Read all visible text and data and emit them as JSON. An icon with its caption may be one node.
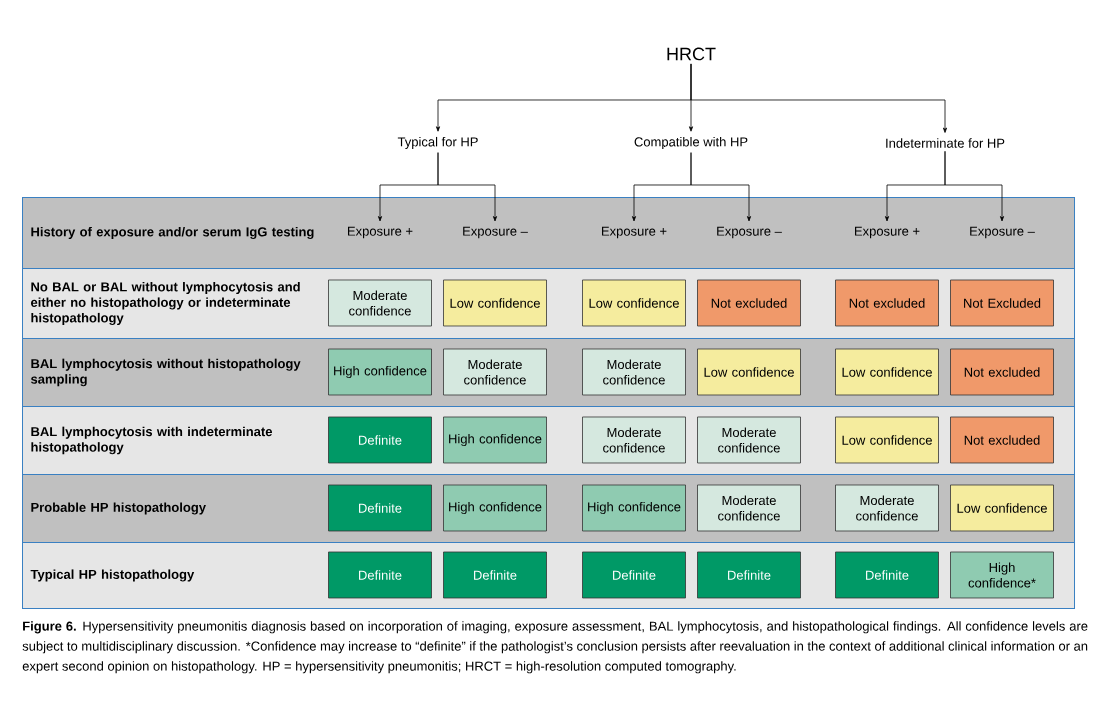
{
  "diagram": {
    "caption": "**Figure 6.** Hypersensitivity pneumonitis diagnosis based on incorporation of imaging, exposure assessment, BAL lymphocytosis, and histopathological findings. All confidence levels are subject to multidisciplinary discussion. *Confidence may increase to “definite” if the pathologist’s conclusion persists after reevaluation in the context of additional clinical information or an expert second opinion on histopathology. HP = hypersensitivity pneumonitis; HRCT = high-resolution computed tomography.",
    "nodes": [
      {
        "text": [
          "HRCT"
        ]
      },
      {
        "text": [
          "Typical for HP"
        ]
      },
      {
        "text": [
          "Compatible with HP"
        ]
      },
      {
        "text": [
          "Indeterminate for HP"
        ]
      },
      {
        "text": [
          "History of exposure and/or serum IgG testing"
        ]
      },
      {
        "text": [
          "Exposure +"
        ],
        "in": 4
      },
      {
        "text": [
          "Exposure –"
        ],
        "in": 4
      },
      {
        "text": [
          "Exposure +"
        ],
        "in": 4
      },
      {
        "text": [
          "Exposure –"
        ],
        "in": 4
      },
      {
        "text": [
          "Exposure +"
        ],
        "in": 4
      },
      {
        "text": [
          "Exposure –"
        ],
        "in": 4
      },
      {
        "text": [
          "No BAL or BAL without lymphocytosis and either no histopathology or indeterminate histopathology"
        ]
      },
      {
        "text": [
          "Moderate confidence"
        ],
        "in": 11
      },
      {
        "text": [
          "Low confidence"
        ],
        "in": 11
      },
      {
        "text": [
          "Low confidence"
        ],
        "in": 11
      },
      {
        "text": [
          "Not excluded"
        ],
        "in": 11
      },
      {
        "text": [
          "Not excluded"
        ],
        "in": 11
      },
      {
        "text": [
          "Not Excluded"
        ],
        "in": 11
      },
      {
        "text": [
          "BAL lymphocytosis without histopathology sampling"
        ]
      },
      {
        "text": [
          "High confidence"
        ],
        "in": 18
      },
      {
        "text": [
          "Moderate confidence"
        ],
        "in": 18
      },
      {
        "text": [
          "Moderate confidence"
        ],
        "in": 18
      },
      {
        "text": [
          "Low confidence"
        ],
        "in": 18
      },
      {
        "text": [
          "Low confidence"
        ],
        "in": 18
      },
      {
        "text": [
          "Not excluded"
        ],
        "in": 18
      },
      {
        "text": [
          "BAL lymphocytosis with indeterminate histopathology"
        ]
      },
      {
        "text": [
          "Definite"
        ],
        "in": 25
      },
      {
        "text": [
          "High confidence"
        ],
        "in": 25
      },
      {
        "text": [
          "Moderate confidence"
        ],
        "in": 25
      },
      {
        "text": [
          "Moderate confidence"
        ],
        "in": 25
      },
      {
        "text": [
          "Low confidence"
        ],
        "in": 25
      },
      {
        "text": [
          "Not excluded"
        ],
        "in": 25
      },
      {
        "text": [
          "Probable HP histopathology"
        ]
      },
      {
        "text": [
          "Definite"
        ],
        "in": 32
      },
      {
        "text": [
          "High confidence"
        ],
        "in": 32
      },
      {
        "text": [
          "High confidence"
        ],
        "in": 32
      },
      {
        "text": [
          "Moderate confidence"
        ],
        "in": 32
      },
      {
        "text": [
          "Moderate confidence"
        ],
        "in": 32
      },
      {
        "text": [
          "Low confidence"
        ],
        "in": 32
      },
      {
        "text": [
          "Typical HP histopathology"
        ]
      },
      {
        "text": [
          "Definite"
        ],
        "in": 39
      },
      {
        "text": [
          "Definite"
        ],
        "in": 39
      },
      {
        "text": [
          "Definite"
        ],
        "in": 39
      },
      {
        "text": [
          "Definite"
        ],
        "in": 39
      },
      {
        "text": [
          "Definite"
        ],
        "in": 39
      },
      {
        "text": [
          "High confidence*"
        ],
        "in": 39
      }
    ],
    "edges": [
      {
        "from": 0,
        "to": 1,
        "arrow": "to"
      },
      {
        "from": 0,
        "to": 2,
        "arrow": "to"
      },
      {
        "from": 0,
        "to": 3,
        "arrow": "to"
      },
      {
        "from": 1,
        "to": 5,
        "arrow": "to"
      },
      {
        "from": 1,
        "to": 6,
        "arrow": "to"
      },
      {
        "from": 2,
        "to": 7,
        "arrow": "to"
      },
      {
        "from": 2,
        "to": 8,
        "arrow": "to"
      },
      {
        "from": 3,
        "to": 9,
        "arrow": "to"
      },
      {
        "from": 3,
        "to": 10,
        "arrow": "to"
      }
    ]
  }
}
